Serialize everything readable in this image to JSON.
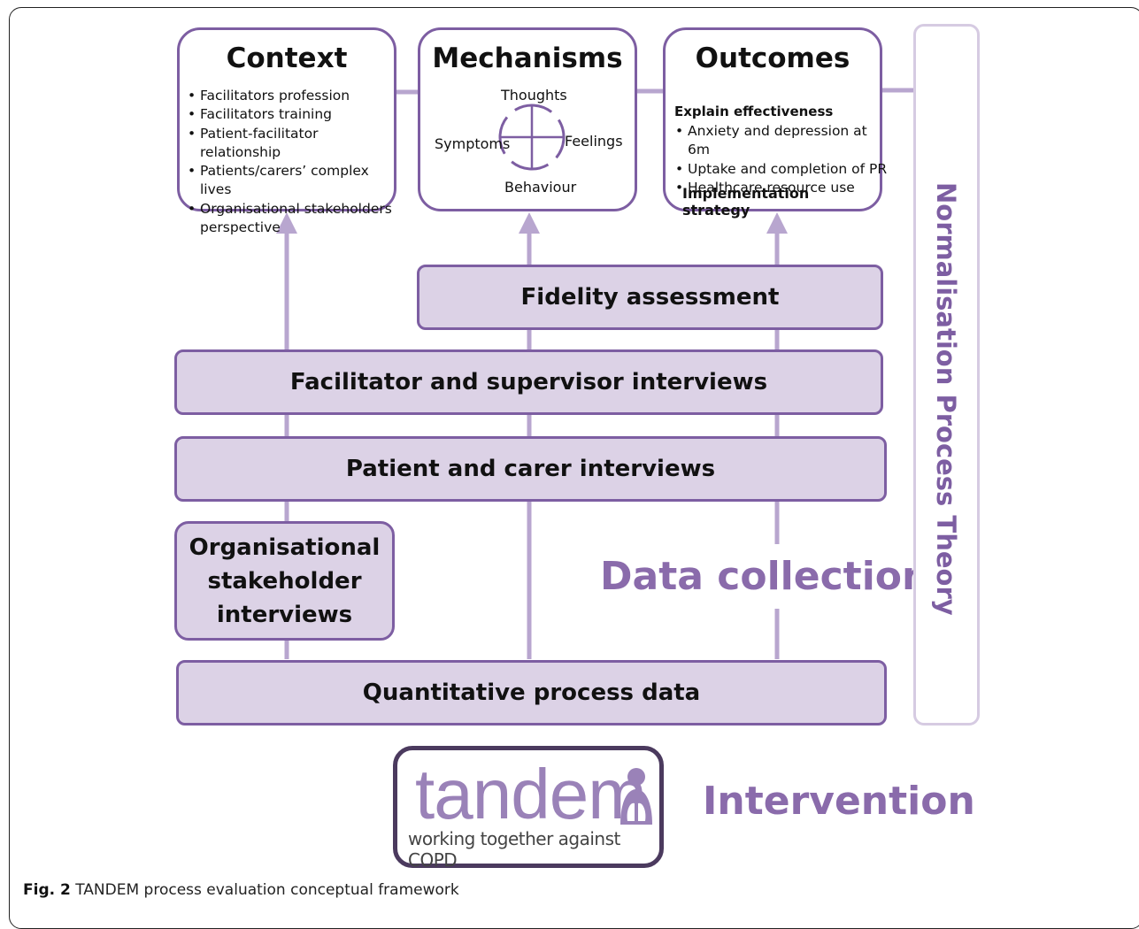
{
  "context": {
    "title": "Context",
    "items": [
      "Facilitators profession",
      "Facilitators training",
      "Patient-facilitator relationship",
      "Patients/carers’ complex lives",
      "Organisational stakeholders perspective"
    ]
  },
  "mechanisms": {
    "title": "Mechanisms",
    "thoughts": "Thoughts",
    "symptoms": "Symptoms",
    "feelings": "Feelings",
    "behaviour": "Behaviour"
  },
  "outcomes": {
    "title": "Outcomes",
    "explain_heading": "Explain effectiveness",
    "items": [
      "Anxiety and depression at 6m",
      "Uptake and completion of PR",
      "Healthcare resource use"
    ],
    "implementation": "Implementation strategy"
  },
  "bars": {
    "fidelity": "Fidelity assessment",
    "facilitator": "Facilitator and supervisor interviews",
    "patient": "Patient and carer interviews",
    "organisational": "Organisational stakeholder interviews",
    "quantitative": "Quantitative process data"
  },
  "data_collection": "Data collection",
  "npt": "Normalisation Process Theory",
  "logo": {
    "word": "tandem",
    "tagline": "working together against COPD"
  },
  "intervention": "Intervention",
  "caption": {
    "label": "Fig. 2",
    "text": "TANDEM process evaluation conceptual framework"
  },
  "colors": {
    "accent": "#7d5ea2",
    "light_fill": "#dcd2e6",
    "arrow": "#b8a6cf",
    "text_purple": "#8a6bab"
  }
}
